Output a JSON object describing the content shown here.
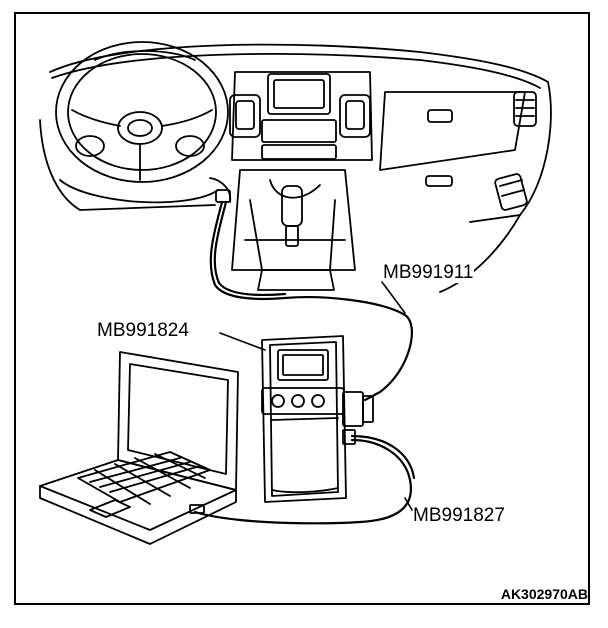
{
  "callouts": {
    "cable_main": "MB991911",
    "interface_unit": "MB991824",
    "cable_usb": "MB991827"
  },
  "figure_code": "AK302970AB",
  "colors": {
    "line": "#000000",
    "background": "#ffffff"
  }
}
